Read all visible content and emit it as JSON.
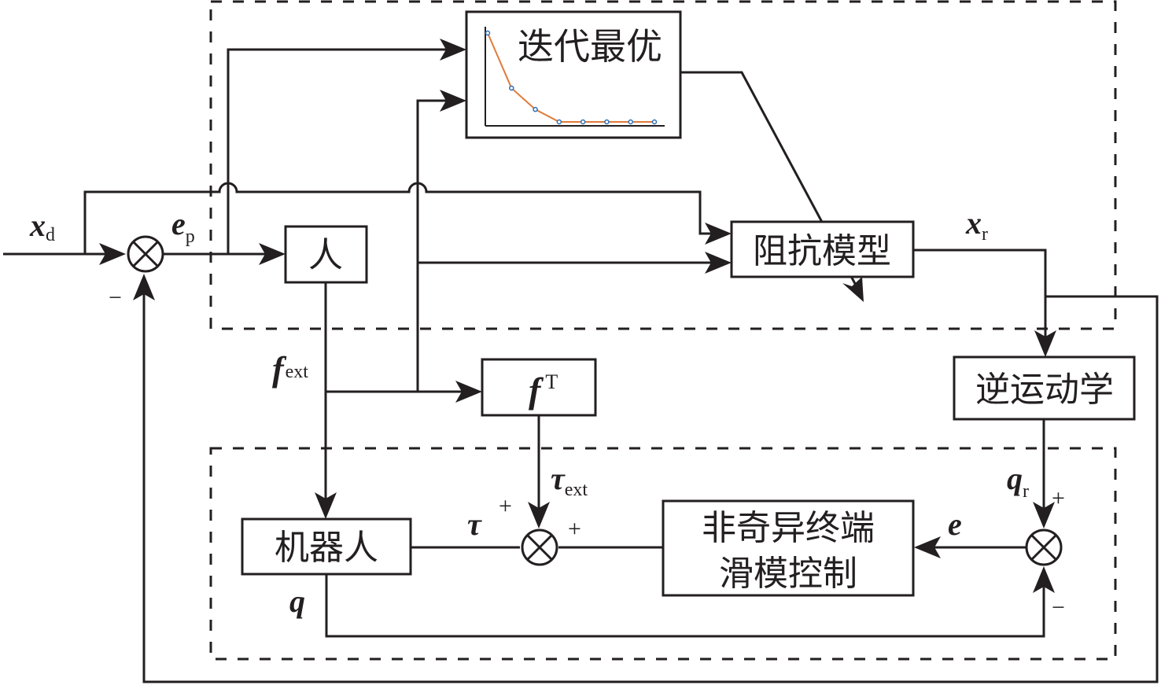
{
  "diagram": {
    "type": "control-block-diagram",
    "colors": {
      "line": "#231f20",
      "mini_chart_line": "#e07b39",
      "mini_chart_marker": "#2e6fb7"
    },
    "blocks": {
      "iterative_optimization": "迭代最优",
      "human": "人",
      "impedance_model": "阻抗模型",
      "inverse_kinematics": "逆运动学",
      "f_transpose": {
        "base": "f",
        "sup": "T"
      },
      "robot": "机器人",
      "controller_line1": "非奇异终端",
      "controller_line2": "滑模控制"
    },
    "signals": {
      "x_d": {
        "base": "x",
        "sub": "d"
      },
      "e_p": {
        "base": "e",
        "sub": "p"
      },
      "x_r": {
        "base": "x",
        "sub": "r"
      },
      "f_ext": {
        "base": "f",
        "sub": "ext"
      },
      "tau_ext": {
        "base": "τ",
        "sub": "ext"
      },
      "tau": {
        "base": "τ"
      },
      "q": {
        "base": "q"
      },
      "q_r": {
        "base": "q",
        "sub": "r"
      },
      "e": {
        "base": "e"
      }
    },
    "signs": {
      "sum1_feedback": "−",
      "sum2_tau_ext": "+",
      "sum2_controller": "+",
      "sum3_ref": "+",
      "sum3_feedback": "−"
    },
    "mini_chart": {
      "type": "line",
      "description": "convergence curve",
      "values": [
        1.0,
        0.38,
        0.14,
        0.0,
        0.0,
        0.0,
        0.0,
        0.0
      ]
    }
  }
}
